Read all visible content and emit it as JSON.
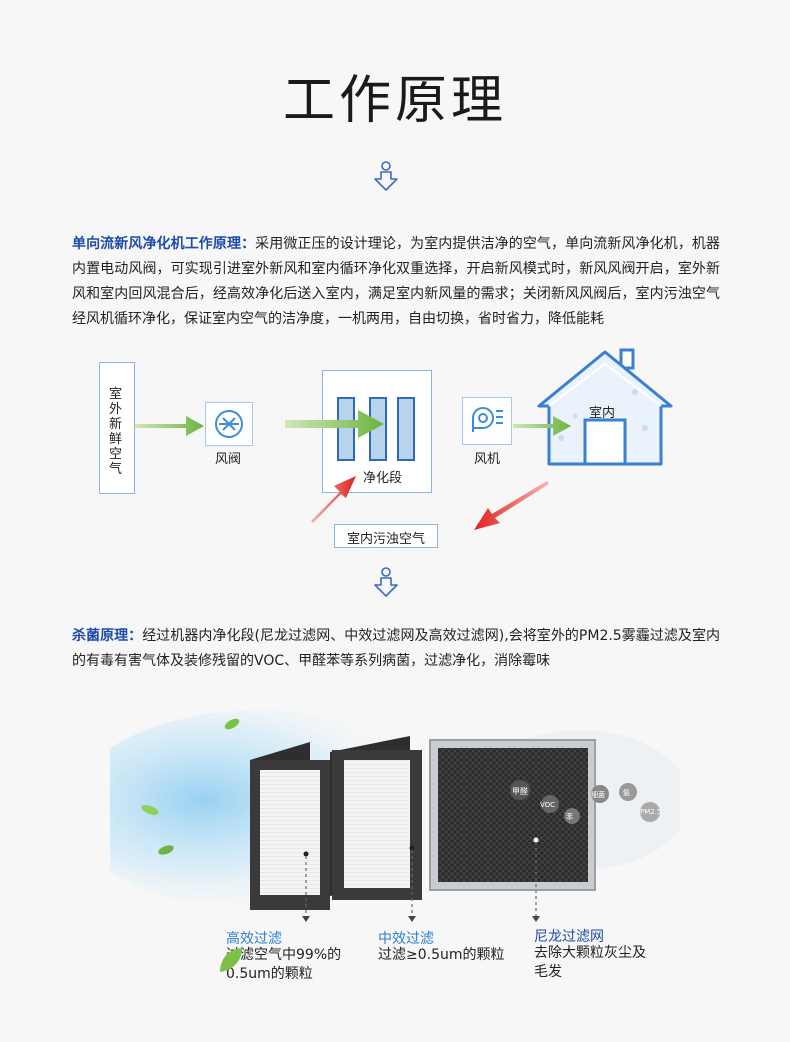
{
  "header": {
    "title": "工作原理"
  },
  "section1": {
    "heading": "单向流新风净化机工作原理：",
    "body": "采用微正压的设计理论，为室内提供洁净的空气，单向流新风净化机，机器内置电动风阀，可实现引进室外新风和室内循环净化双重选择，开启新风模式时，新风风阀开启，室外新风和室内回风混合后，经高效净化后送入室内，满足室内新风量的需求；关闭新风风阀后，室内污浊空气经风机循环净化，保证室内空气的洁净度，一机两用，自由切换，省时省力，降低能耗"
  },
  "diagram": {
    "outdoor_air": "室外新鲜空气",
    "damper": "风阀",
    "purification": "净化段",
    "fan": "风机",
    "indoor": "室内",
    "indoor_dirty_air": "室内污浊空气"
  },
  "section2": {
    "heading": "杀菌原理：",
    "body": "经过机器内净化段(尼龙过滤网、中效过滤网及高效过滤网),会将室外的PM2.5雾霾过滤及室内的有毒有害气体及装修残留的VOC、甲醛苯等系列病菌，过滤净化，消除霉味"
  },
  "filters": {
    "hepa_title": "高效过滤",
    "hepa_desc_1": "过滤空气中99%的",
    "hepa_desc_2": "0.5um的颗粒",
    "medium_title": "中效过滤",
    "medium_desc": "过滤≥0.5um的颗粒",
    "nylon_title": "尼龙过滤网",
    "nylon_desc_1": "去除大颗粒灰尘及",
    "nylon_desc_2": "毛发",
    "particles": [
      "甲醛",
      "VOC",
      "苯",
      "细菌",
      "氨",
      "PM2.5"
    ]
  },
  "colors": {
    "accent": "#1e4ca8",
    "caption_blue": "#2b7fd6",
    "green_arrow": "#7cc145",
    "red_arrow": "#e0201c"
  }
}
